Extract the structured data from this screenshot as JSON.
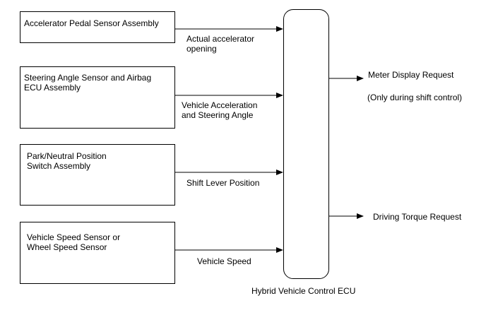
{
  "inputs": [
    {
      "name": "Accelerator Pedal Sensor Assembly",
      "signal": "Actual accelerator\nopening"
    },
    {
      "name": "Steering Angle Sensor and Airbag\nECU Assembly",
      "signal": "Vehicle Acceleration\nand Steering Angle"
    },
    {
      "name": "Park/Neutral Position\nSwitch Assembly",
      "signal": "Shift Lever Position"
    },
    {
      "name": "Vehicle Speed Sensor or\nWheel Speed Sensor",
      "signal": "Vehicle Speed"
    }
  ],
  "ecu": {
    "label": "Hybrid Vehicle Control ECU"
  },
  "outputs": [
    {
      "label": "Meter Display Request",
      "note": "(Only during shift control)"
    },
    {
      "label": "Driving Torque Request"
    }
  ]
}
